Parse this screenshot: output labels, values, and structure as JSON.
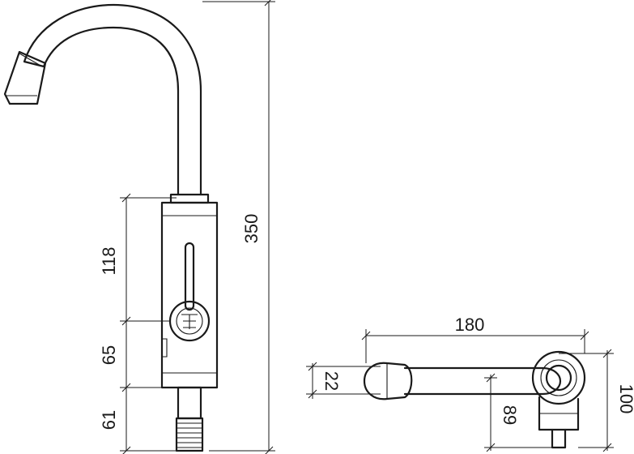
{
  "dimensions": {
    "total_height": "350",
    "body_upper": "118",
    "body_lower": "65",
    "inlet_thread": "61",
    "spout_reach": "180",
    "spout_diameter": "22",
    "spout_offset": "89",
    "base_depth": "100"
  }
}
